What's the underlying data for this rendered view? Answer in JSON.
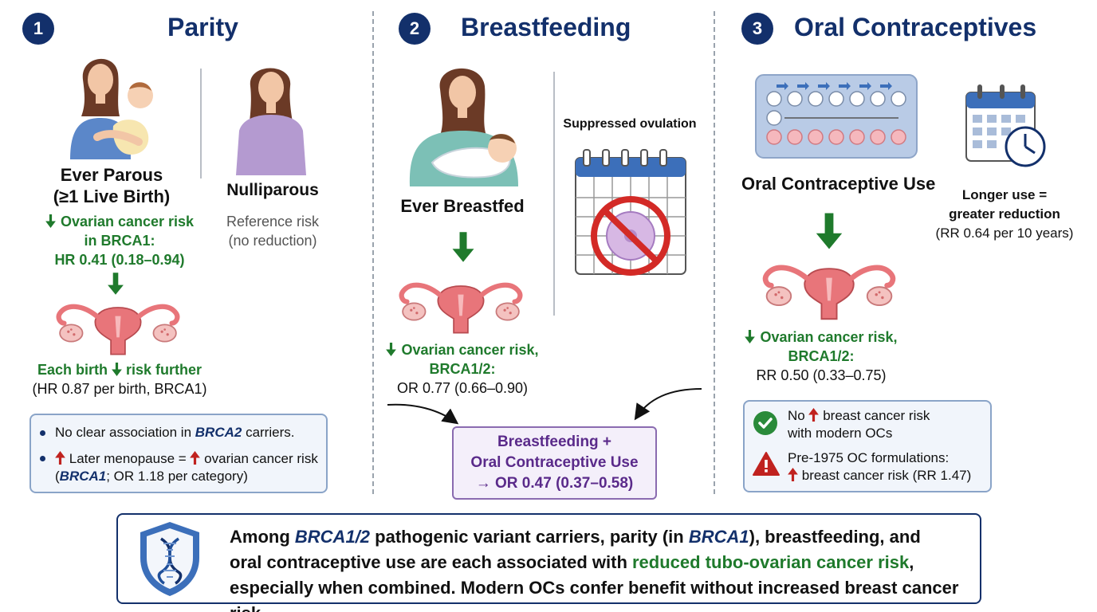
{
  "sections": {
    "parity": {
      "number": "1",
      "title": "Parity",
      "parous_label_1": "Ever Parous",
      "parous_label_2": "(≥1 Live Birth)",
      "nulliparous_label": "Nulliparous",
      "reference_1": "Reference risk",
      "reference_2": "(no reduction)",
      "risk_line_1": "Ovarian cancer risk",
      "risk_line_2": "in BRCA1:",
      "risk_line_3": "HR 0.41 (0.18–0.94)",
      "each_birth_a": "Each birth",
      "each_birth_b": "risk further",
      "each_birth_hr": "(HR 0.87 per birth, BRCA1)",
      "note_1_a": "No clear association in",
      "note_1_gene": "BRCA2",
      "note_1_b": "carriers.",
      "note_2_a": "Later menopause =",
      "note_2_b": "ovarian cancer risk",
      "note_2_c_gene": "BRCA1",
      "note_2_c": "; OR 1.18 per category)"
    },
    "breastfeeding": {
      "number": "2",
      "title": "Breastfeeding",
      "suppressed": "Suppressed ovulation",
      "ever_label": "Ever Breastfed",
      "risk_line_1": "Ovarian cancer risk,",
      "risk_line_2": "BRCA1/2:",
      "risk_line_3": "OR 0.77 (0.66–0.90)",
      "combined_1": "Breastfeeding +",
      "combined_2": "Oral Contraceptive Use",
      "combined_3": "→  OR 0.47 (0.37–0.58)"
    },
    "oc": {
      "number": "3",
      "title": "Oral Contraceptives",
      "use_label": "Oral Contraceptive Use",
      "longer_1": "Longer use =",
      "longer_2": "greater reduction",
      "longer_3": "(RR 0.64 per 10 years)",
      "risk_line_1": "Ovarian cancer risk,",
      "risk_line_2": "BRCA1/2:",
      "risk_line_3": "RR 0.50 (0.33–0.75)",
      "note_1_a": "No",
      "note_1_b": "breast cancer risk",
      "note_1_c": "with modern OCs",
      "note_2_a": "Pre-1975 OC formulations:",
      "note_2_b": "breast cancer risk  (RR 1.47)"
    }
  },
  "summary": {
    "part1": "Among ",
    "gene1": "BRCA1/2",
    "part2": " pathogenic variant carriers, parity (in ",
    "gene2": "BRCA1",
    "part3": "), breastfeeding, and",
    "part4": "oral contraceptive use are each associated with ",
    "highlight": "reduced tubo-ovarian cancer risk",
    "part5": ",",
    "part6": "especially when combined. Modern OCs confer benefit without increased breast cancer risk."
  },
  "colors": {
    "navy": "#13306b",
    "green": "#1f7a2c",
    "red": "#c0221f",
    "purple": "#5a2a8a",
    "uterus": "#e8757a"
  }
}
